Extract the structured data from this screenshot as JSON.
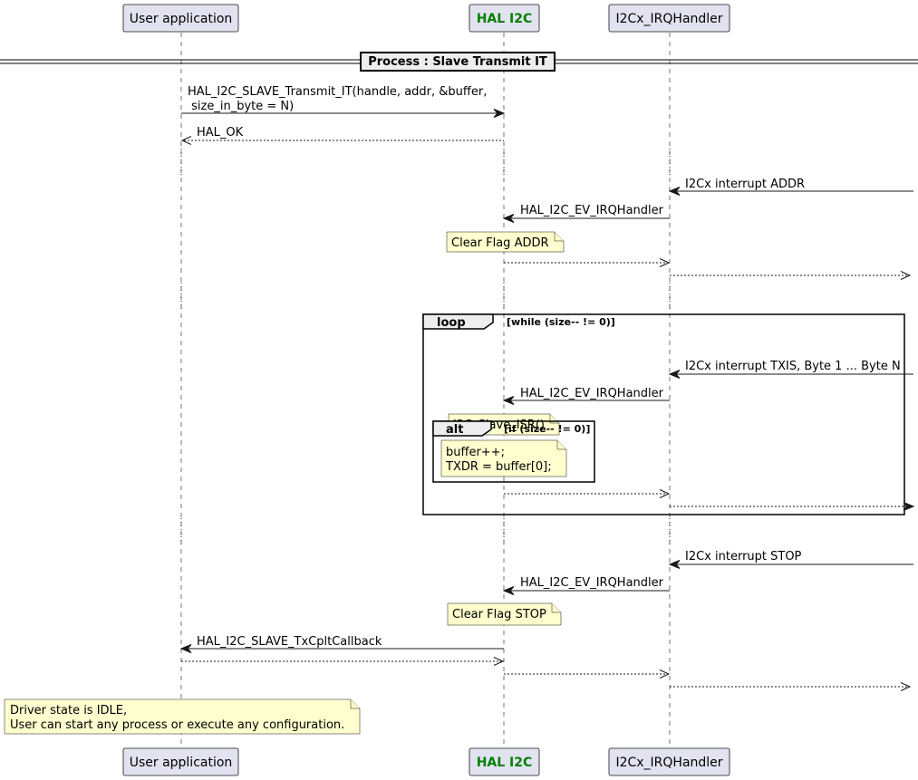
{
  "participants": {
    "user_app": {
      "label": "User application"
    },
    "hal_i2c": {
      "label": "HAL I2C"
    },
    "irq": {
      "label": "I2Cx_IRQHandler"
    }
  },
  "divider": {
    "label": "Process :  Slave Transmit IT"
  },
  "messages": {
    "transmit_it_line1": "HAL_I2C_SLAVE_Transmit_IT(handle, addr, &buffer,",
    "transmit_it_line2": " size_in_byte = N)",
    "hal_ok": "HAL_OK",
    "irq_addr": "I2Cx interrupt ADDR",
    "ev_irq_1": "HAL_I2C_EV_IRQHandler",
    "irq_txis": "I2Cx interrupt TXIS, Byte 1 ... Byte N",
    "ev_irq_2": "HAL_I2C_EV_IRQHandler",
    "irq_stop": "I2Cx interrupt STOP",
    "ev_irq_3": "HAL_I2C_EV_IRQHandler",
    "tx_cplt": "HAL_I2C_SLAVE_TxCpltCallback"
  },
  "notes": {
    "clear_addr": "Clear Flag ADDR",
    "slave_isr": "I2C_Slave_ISR()",
    "buffer_inc": "buffer++;",
    "txdr": "TXDR = buffer[0];",
    "clear_stop": "Clear Flag STOP",
    "idle_line1": "Driver state is IDLE,",
    "idle_line2": "User can start any process or execute any configuration."
  },
  "fragments": {
    "loop": {
      "keyword": "loop",
      "guard": "[while (size-- != 0)]"
    },
    "alt": {
      "keyword": "alt",
      "guard": "[if (size-- != 0)]"
    }
  },
  "colors": {
    "participant_fill": "#e2e2f0",
    "hal_label": "#008000",
    "note_fill": "#fefece",
    "frame_tab": "#eeeeee"
  }
}
